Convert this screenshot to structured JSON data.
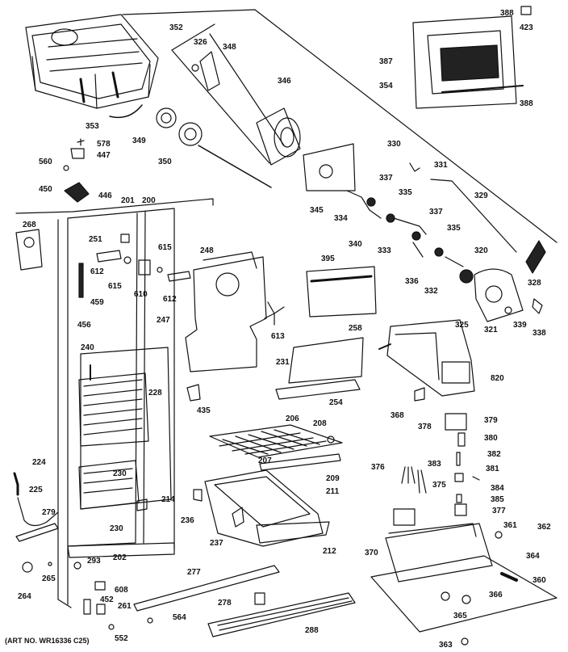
{
  "caption": "(ART NO. WR16336 C25)",
  "labels": [
    {
      "id": "352",
      "text": "352"
    },
    {
      "id": "326",
      "text": "326"
    },
    {
      "id": "348",
      "text": "348"
    },
    {
      "id": "346",
      "text": "346"
    },
    {
      "id": "388a",
      "text": "388"
    },
    {
      "id": "423",
      "text": "423"
    },
    {
      "id": "387",
      "text": "387"
    },
    {
      "id": "354",
      "text": "354"
    },
    {
      "id": "388b",
      "text": "388"
    },
    {
      "id": "353",
      "text": "353"
    },
    {
      "id": "349",
      "text": "349"
    },
    {
      "id": "350",
      "text": "350"
    },
    {
      "id": "578",
      "text": "578"
    },
    {
      "id": "447",
      "text": "447"
    },
    {
      "id": "560",
      "text": "560"
    },
    {
      "id": "450",
      "text": "450"
    },
    {
      "id": "446",
      "text": "446"
    },
    {
      "id": "201",
      "text": "201"
    },
    {
      "id": "200",
      "text": "200"
    },
    {
      "id": "345",
      "text": "345"
    },
    {
      "id": "330",
      "text": "330"
    },
    {
      "id": "331",
      "text": "331"
    },
    {
      "id": "337a",
      "text": "337"
    },
    {
      "id": "335a",
      "text": "335"
    },
    {
      "id": "329",
      "text": "329"
    },
    {
      "id": "334",
      "text": "334"
    },
    {
      "id": "340",
      "text": "340"
    },
    {
      "id": "333",
      "text": "333"
    },
    {
      "id": "337b",
      "text": "337"
    },
    {
      "id": "335b",
      "text": "335"
    },
    {
      "id": "320",
      "text": "320"
    },
    {
      "id": "268",
      "text": "268"
    },
    {
      "id": "251",
      "text": "251"
    },
    {
      "id": "615a",
      "text": "615"
    },
    {
      "id": "612a",
      "text": "612"
    },
    {
      "id": "615b",
      "text": "615"
    },
    {
      "id": "610",
      "text": "610"
    },
    {
      "id": "248",
      "text": "248"
    },
    {
      "id": "612b",
      "text": "612"
    },
    {
      "id": "395",
      "text": "395"
    },
    {
      "id": "336",
      "text": "336"
    },
    {
      "id": "332",
      "text": "332"
    },
    {
      "id": "328",
      "text": "328"
    },
    {
      "id": "459",
      "text": "459"
    },
    {
      "id": "247",
      "text": "247"
    },
    {
      "id": "613",
      "text": "613"
    },
    {
      "id": "325",
      "text": "325"
    },
    {
      "id": "321",
      "text": "321"
    },
    {
      "id": "339",
      "text": "339"
    },
    {
      "id": "338",
      "text": "338"
    },
    {
      "id": "456",
      "text": "456"
    },
    {
      "id": "258",
      "text": "258"
    },
    {
      "id": "240",
      "text": "240"
    },
    {
      "id": "231",
      "text": "231"
    },
    {
      "id": "820",
      "text": "820"
    },
    {
      "id": "228",
      "text": "228"
    },
    {
      "id": "254",
      "text": "254"
    },
    {
      "id": "435",
      "text": "435"
    },
    {
      "id": "368",
      "text": "368"
    },
    {
      "id": "206",
      "text": "206"
    },
    {
      "id": "208",
      "text": "208"
    },
    {
      "id": "378",
      "text": "378"
    },
    {
      "id": "379",
      "text": "379"
    },
    {
      "id": "380",
      "text": "380"
    },
    {
      "id": "230a",
      "text": "230"
    },
    {
      "id": "224",
      "text": "224"
    },
    {
      "id": "207",
      "text": "207"
    },
    {
      "id": "382",
      "text": "382"
    },
    {
      "id": "209",
      "text": "209"
    },
    {
      "id": "376",
      "text": "376"
    },
    {
      "id": "383",
      "text": "383"
    },
    {
      "id": "381",
      "text": "381"
    },
    {
      "id": "375",
      "text": "375"
    },
    {
      "id": "211",
      "text": "211"
    },
    {
      "id": "384",
      "text": "384"
    },
    {
      "id": "225",
      "text": "225"
    },
    {
      "id": "214",
      "text": "214"
    },
    {
      "id": "385",
      "text": "385"
    },
    {
      "id": "279",
      "text": "279"
    },
    {
      "id": "236",
      "text": "236"
    },
    {
      "id": "377",
      "text": "377"
    },
    {
      "id": "230b",
      "text": "230"
    },
    {
      "id": "361",
      "text": "361"
    },
    {
      "id": "362",
      "text": "362"
    },
    {
      "id": "237",
      "text": "237"
    },
    {
      "id": "212",
      "text": "212"
    },
    {
      "id": "370",
      "text": "370"
    },
    {
      "id": "202",
      "text": "202"
    },
    {
      "id": "364",
      "text": "364"
    },
    {
      "id": "293",
      "text": "293"
    },
    {
      "id": "265",
      "text": "265"
    },
    {
      "id": "277",
      "text": "277"
    },
    {
      "id": "360",
      "text": "360"
    },
    {
      "id": "264",
      "text": "264"
    },
    {
      "id": "608",
      "text": "608"
    },
    {
      "id": "452",
      "text": "452"
    },
    {
      "id": "261",
      "text": "261"
    },
    {
      "id": "278",
      "text": "278"
    },
    {
      "id": "366",
      "text": "366"
    },
    {
      "id": "564",
      "text": "564"
    },
    {
      "id": "365",
      "text": "365"
    },
    {
      "id": "552",
      "text": "552"
    },
    {
      "id": "288",
      "text": "288"
    },
    {
      "id": "363",
      "text": "363"
    }
  ]
}
